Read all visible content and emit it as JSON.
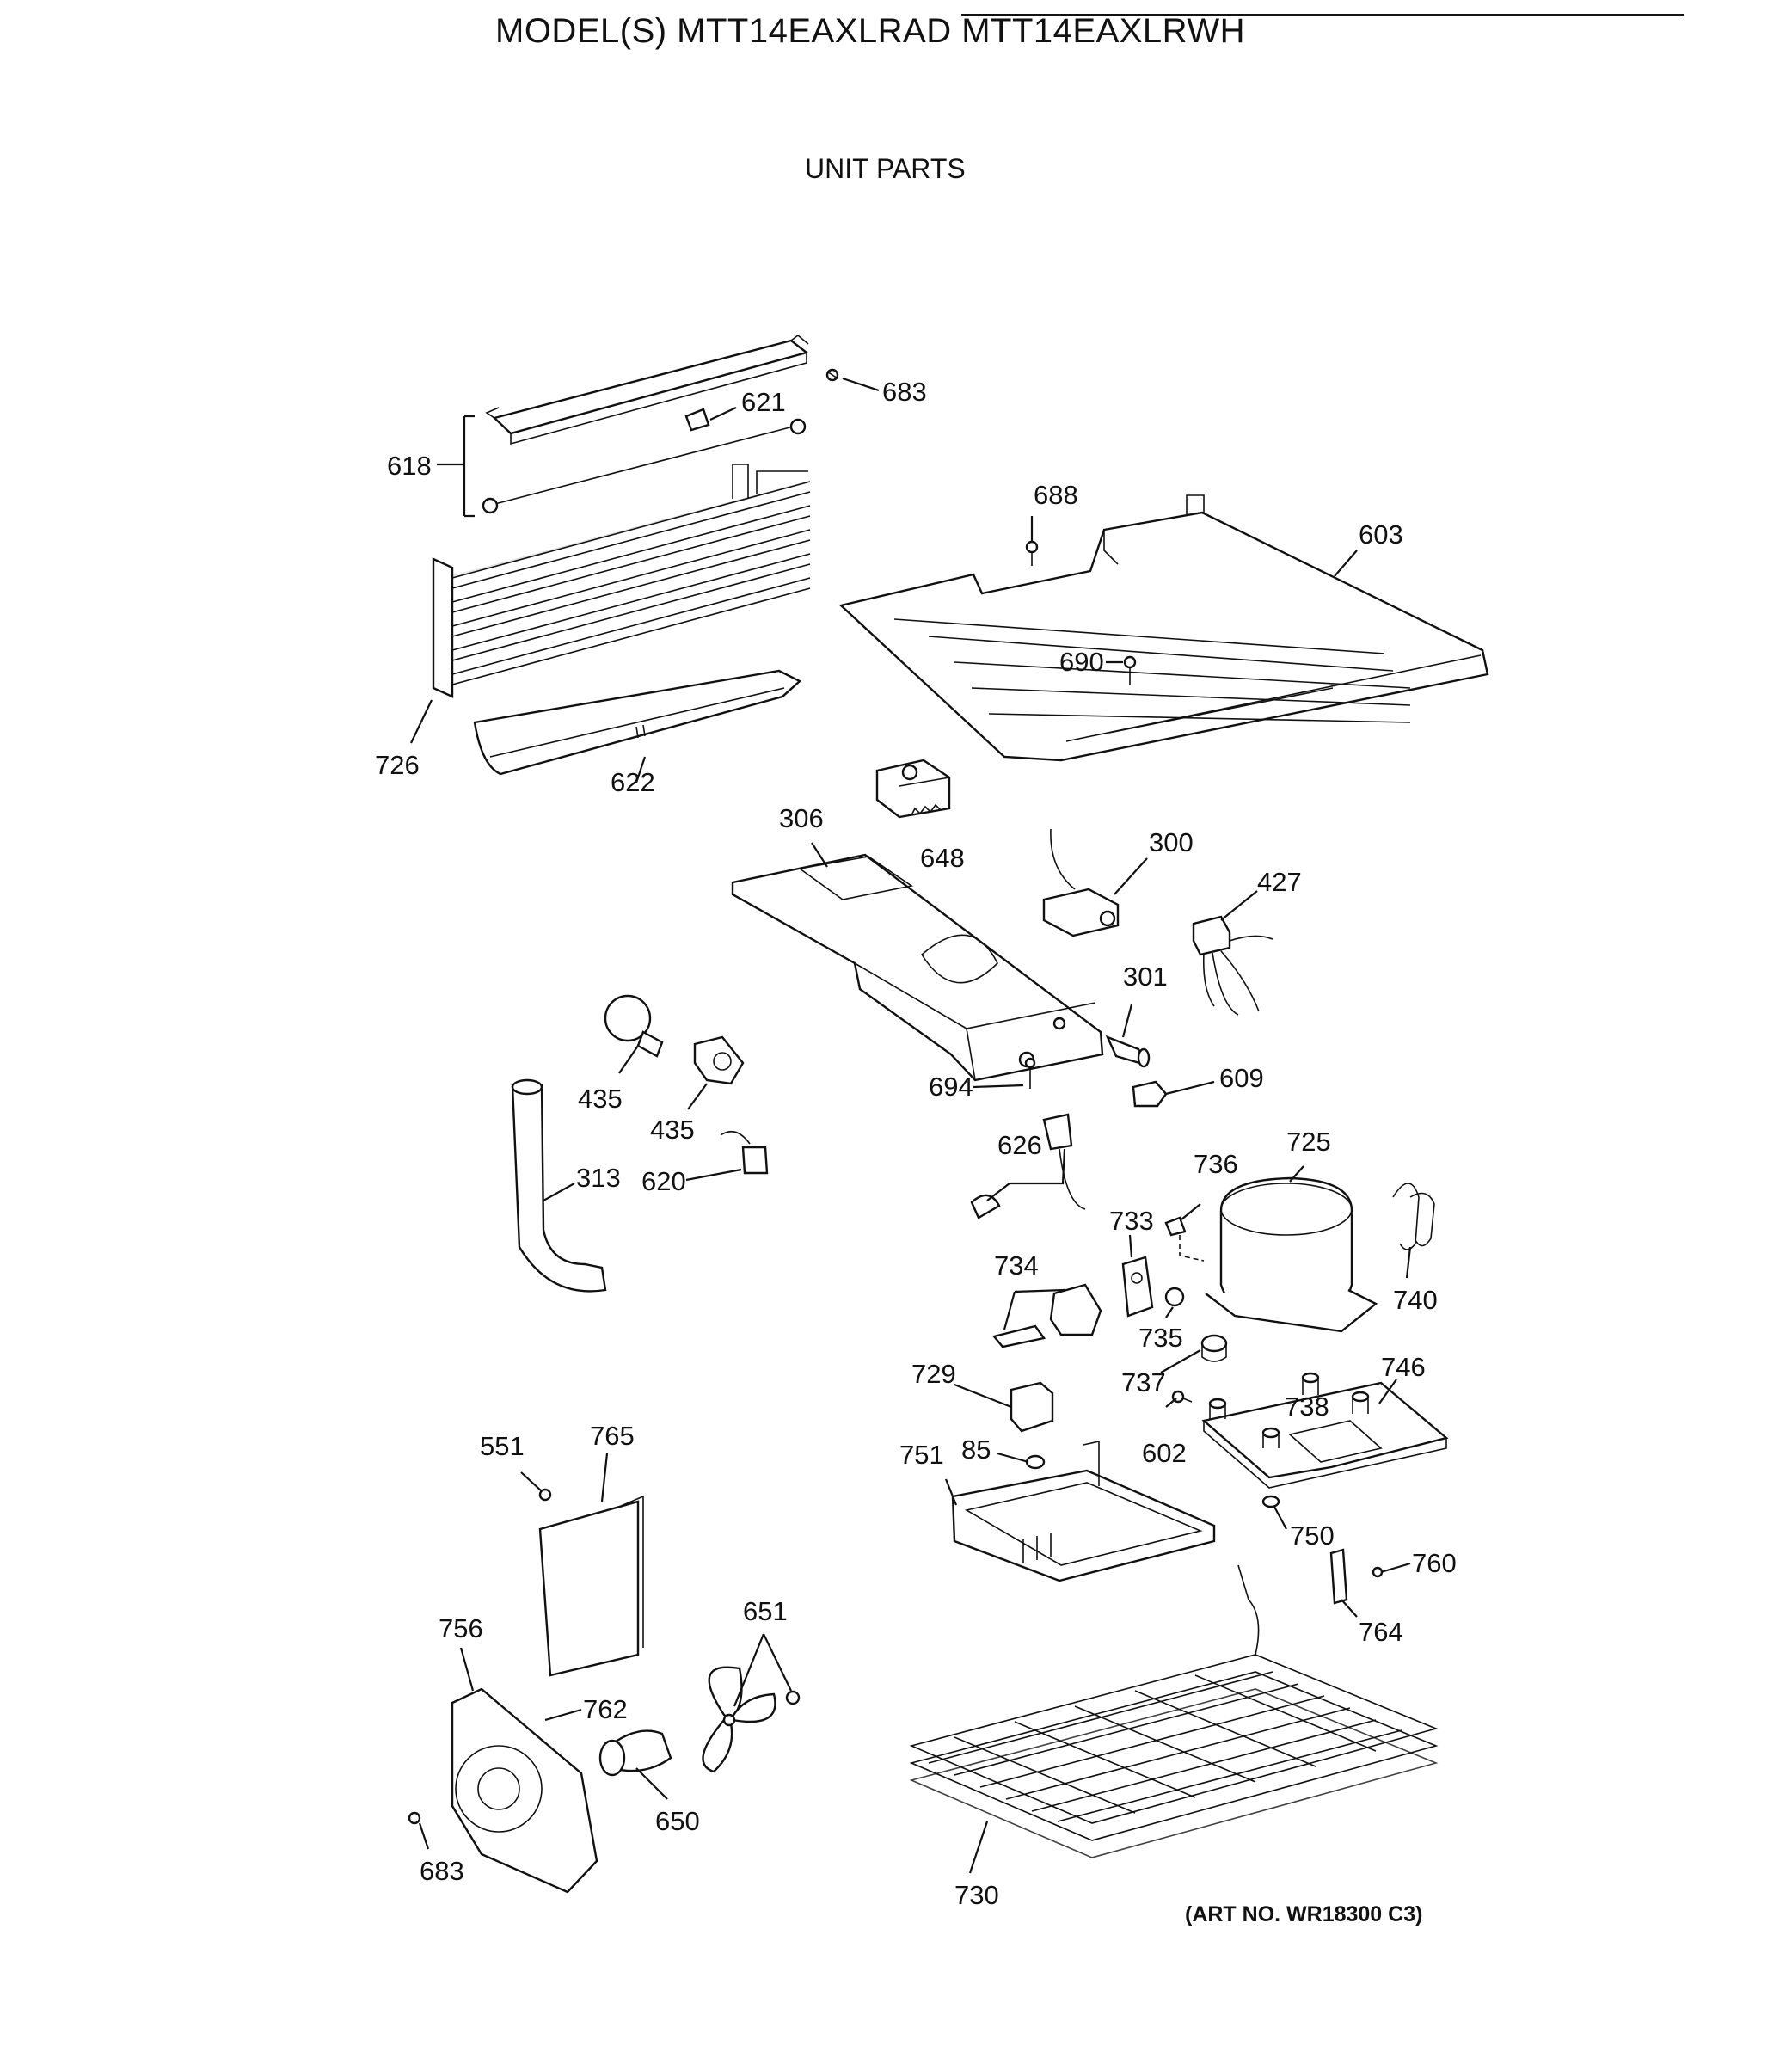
{
  "header": {
    "title": "MODEL(S) MTT14EAXLRAD  MTT14EAXLRWH",
    "subtitle": "UNIT PARTS",
    "art_number": "(ART NO. WR18300 C3)"
  },
  "callouts": {
    "c683a": "683",
    "c621": "621",
    "c618": "618",
    "c688": "688",
    "c603": "603",
    "c690": "690",
    "c726": "726",
    "c622": "622",
    "c306": "306",
    "c648": "648",
    "c300": "300",
    "c427": "427",
    "c301": "301",
    "c435a": "435",
    "c435b": "435",
    "c694": "694",
    "c609": "609",
    "c313": "313",
    "c620": "620",
    "c626": "626",
    "c736": "736",
    "c725": "725",
    "c733": "733",
    "c740": "740",
    "c734": "734",
    "c735": "735",
    "c737": "737",
    "c729": "729",
    "c746": "746",
    "c738": "738",
    "c551": "551",
    "c765": "765",
    "c751": "751",
    "c85": "85",
    "c602": "602",
    "c750": "750",
    "c760": "760",
    "c764": "764",
    "c756": "756",
    "c651": "651",
    "c762": "762",
    "c650": "650",
    "c683b": "683",
    "c730": "730"
  }
}
